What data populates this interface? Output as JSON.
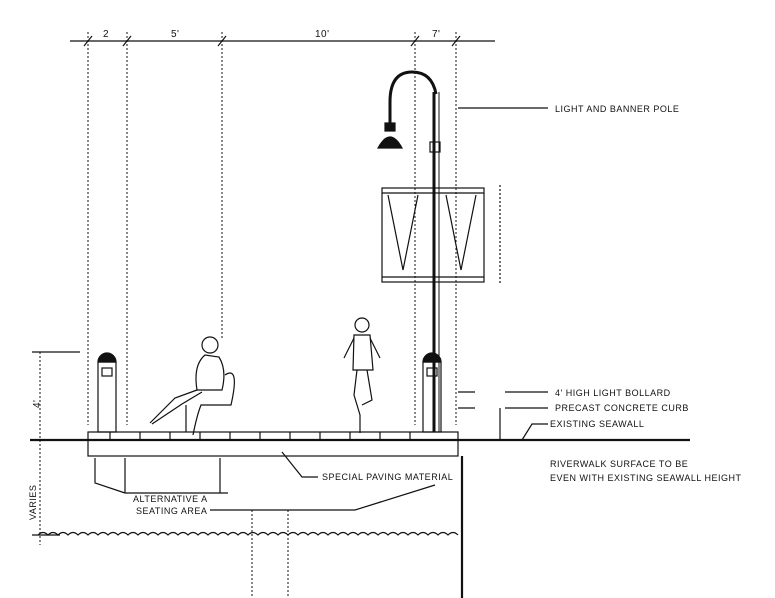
{
  "dimensions": {
    "d1": "2",
    "d2": "5'",
    "d3": "10'",
    "d4": "7'",
    "height": "4'",
    "varies": "VARIES"
  },
  "labels": {
    "pole": "LIGHT AND BANNER POLE",
    "bollard": "4' HIGH LIGHT BOLLARD",
    "curb": "PRECAST CONCRETE CURB",
    "seawall": "EXISTING SEAWALL",
    "surface_1": "RIVERWALK SURFACE TO BE",
    "surface_2": "EVEN WITH EXISTING SEAWALL HEIGHT",
    "paving": "SPECIAL PAVING MATERIAL",
    "seating_1": "ALTERNATIVE A",
    "seating_2": "SEATING AREA"
  }
}
